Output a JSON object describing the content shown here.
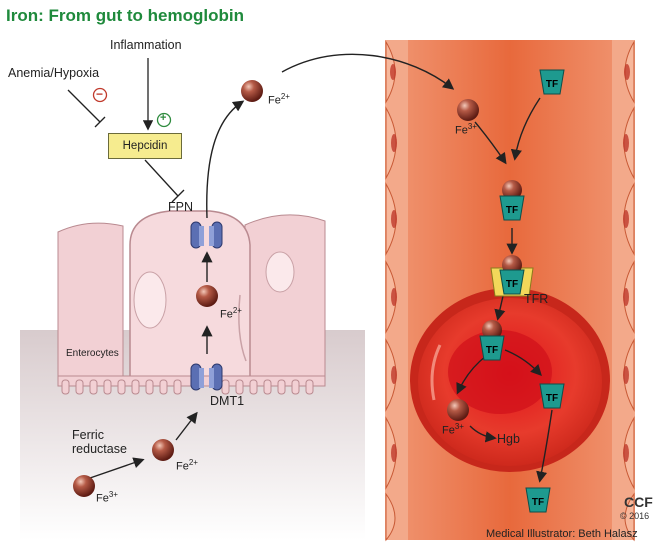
{
  "title": "Iron: From gut to hemoglobin",
  "labels": {
    "inflammation": "Inflammation",
    "anemia_hypoxia": "Anemia/Hypoxia",
    "hepcidin": "Hepcidin",
    "fpn": "FPN",
    "enterocytes": "Enterocytes",
    "dmt1": "DMT1",
    "ferric_reductase": "Ferric\nreductase",
    "tfr": "TFR",
    "hgb": "Hgb",
    "tf": "TF",
    "minus": "−",
    "plus": "+"
  },
  "iron": {
    "fe": "Fe",
    "ferrous_charge": "2+",
    "ferric_charge": "3+"
  },
  "footer": {
    "brand": "CCF",
    "copyright": "© 2016",
    "illustrator": "Medical Illustrator: Beth Halasz"
  },
  "colors": {
    "title": "#1f8a3c",
    "vessel": "#e5673a",
    "rbc": "#d92a1f",
    "transferrin": "#1e9a8f",
    "hepcidin_box": "#f6ec8f",
    "enterocyte": "#f5d2d6",
    "iron_ball": "#8a3224"
  }
}
